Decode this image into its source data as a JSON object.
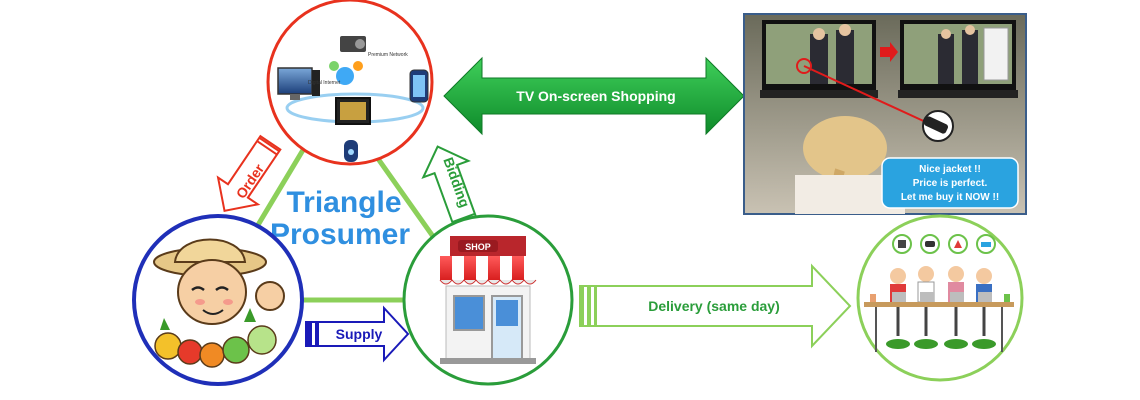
{
  "diagram": {
    "center_title_line1": "Triangle",
    "center_title_line2": "Prosumer",
    "labels": {
      "order": "Order",
      "bidding": "Bidding",
      "supply": "Supply",
      "delivery": "Delivery (same day)",
      "tv_shopping": "TV On-screen Shopping",
      "shop_sign": "SHOP"
    },
    "tv_photo": {
      "speech_line1": "Nice jacket !!",
      "speech_line2": "Price is perfect.",
      "speech_line3": "Let me buy it NOW !!"
    },
    "device_labels": {
      "label1": "Premium Network",
      "label2": "Digital Internet"
    },
    "colors": {
      "devices_circle": "#e8321e",
      "farmer_circle": "#1f2fb8",
      "shop_circle": "#2a9d3a",
      "consumers_circle": "#8cd05a",
      "triangle_line": "#8cd05a",
      "title_blue": "#2f8fe0",
      "tv_arrow": "#1ea53a",
      "order_red": "#e8321e",
      "bidding_green": "#2a9d3a",
      "supply_blue": "#1a1ab8",
      "delivery_green": "#6cc24a"
    }
  }
}
